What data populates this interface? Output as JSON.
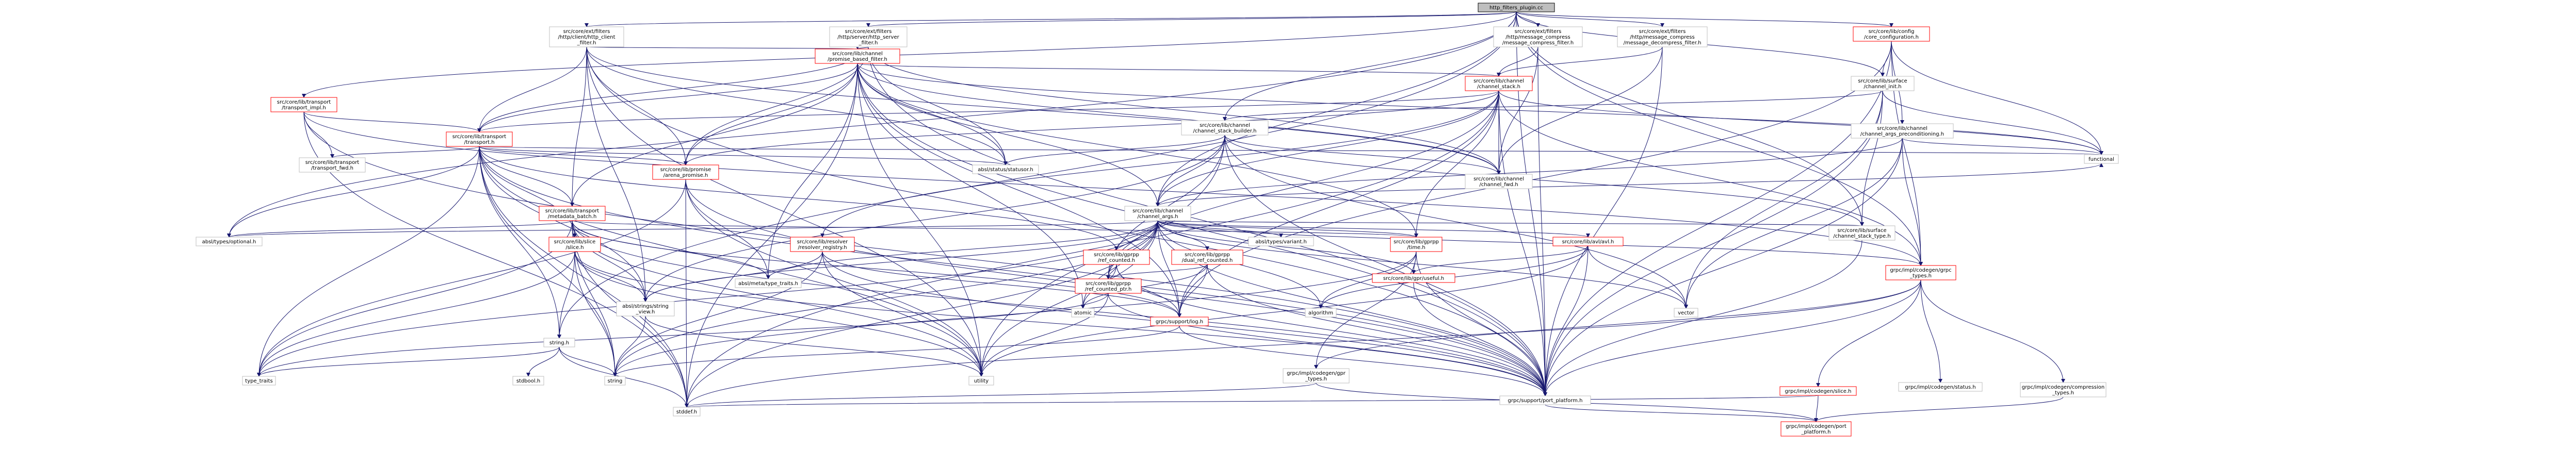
{
  "colors": {
    "edge": "#191970",
    "incomplete_border": "#ff0000",
    "normal_border": "#bfbfbf",
    "root_fill": "#bfbfbf"
  },
  "nodes": [
    {
      "id": "root",
      "lines": [
        "http_filters_plugin.cc"
      ],
      "kind": "root"
    },
    {
      "id": "client_filter",
      "lines": [
        "src/core/ext/filters",
        "/http/client/http_client",
        "_filter.h"
      ],
      "kind": "file"
    },
    {
      "id": "server_filter",
      "lines": [
        "src/core/ext/filters",
        "/http/server/http_server",
        "_filter.h"
      ],
      "kind": "file"
    },
    {
      "id": "compress_filter",
      "lines": [
        "src/core/ext/filters",
        "/http/message_compress",
        "/message_compress_filter.h"
      ],
      "kind": "file"
    },
    {
      "id": "decompress_filter",
      "lines": [
        "src/core/ext/filters",
        "/http/message_compress",
        "/message_decompress_filter.h"
      ],
      "kind": "file"
    },
    {
      "id": "core_config",
      "lines": [
        "src/core/lib/config",
        "/core_configuration.h"
      ],
      "kind": "incomplete"
    },
    {
      "id": "transport_impl",
      "lines": [
        "src/core/lib/transport",
        "/transport_impl.h"
      ],
      "kind": "incomplete"
    },
    {
      "id": "promise_filter",
      "lines": [
        "src/core/lib/channel",
        "/promise_based_filter.h"
      ],
      "kind": "incomplete"
    },
    {
      "id": "channel_stack",
      "lines": [
        "src/core/lib/channel",
        "/channel_stack.h"
      ],
      "kind": "incomplete"
    },
    {
      "id": "surface_channel_init",
      "lines": [
        "src/core/lib/surface",
        "/channel_init.h"
      ],
      "kind": "file"
    },
    {
      "id": "stack_builder",
      "lines": [
        "src/core/lib/channel",
        "/channel_stack_builder.h"
      ],
      "kind": "file"
    },
    {
      "id": "args_precond",
      "lines": [
        "src/core/lib/channel",
        "/channel_args_preconditioning.h"
      ],
      "kind": "file"
    },
    {
      "id": "transport",
      "lines": [
        "src/core/lib/transport",
        "/transport.h"
      ],
      "kind": "incomplete"
    },
    {
      "id": "transport_fwd",
      "lines": [
        "src/core/lib/transport",
        "/transport_fwd.h"
      ],
      "kind": "file"
    },
    {
      "id": "channel_args",
      "lines": [
        "src/core/lib/channel",
        "/channel_args.h"
      ],
      "kind": "file"
    },
    {
      "id": "channel_fwd",
      "lines": [
        "src/core/lib/channel",
        "/channel_fwd.h"
      ],
      "kind": "file"
    },
    {
      "id": "arena_promise",
      "lines": [
        "src/core/lib/promise",
        "/arena_promise.h"
      ],
      "kind": "incomplete"
    },
    {
      "id": "metadata_batch",
      "lines": [
        "src/core/lib/transport",
        "/metadata_batch.h"
      ],
      "kind": "incomplete"
    },
    {
      "id": "slice",
      "lines": [
        "src/core/lib/slice",
        "/slice.h"
      ],
      "kind": "incomplete"
    },
    {
      "id": "resolver_registry",
      "lines": [
        "src/core/lib/resolver",
        "/resolver_registry.h"
      ],
      "kind": "incomplete"
    },
    {
      "id": "ref_counted",
      "lines": [
        "src/core/lib/gprpp",
        "/ref_counted.h"
      ],
      "kind": "incomplete"
    },
    {
      "id": "dual_ref_counted",
      "lines": [
        "src/core/lib/gprpp",
        "/dual_ref_counted.h"
      ],
      "kind": "incomplete"
    },
    {
      "id": "ref_counted_ptr",
      "lines": [
        "src/core/lib/gprpp",
        "/ref_counted_ptr.h"
      ],
      "kind": "incomplete"
    },
    {
      "id": "gprpp_time",
      "lines": [
        "src/core/lib/gprpp",
        "/time.h"
      ],
      "kind": "incomplete"
    },
    {
      "id": "useful",
      "lines": [
        "src/core/lib/gpr/useful.h"
      ],
      "kind": "incomplete"
    },
    {
      "id": "avl",
      "lines": [
        "src/core/lib/avl/avl.h"
      ],
      "kind": "incomplete"
    },
    {
      "id": "stack_type",
      "lines": [
        "src/core/lib/surface",
        "/channel_stack_type.h"
      ],
      "kind": "file"
    },
    {
      "id": "grpc_types",
      "lines": [
        "grpc/impl/codegen/grpc",
        "_types.h"
      ],
      "kind": "incomplete"
    },
    {
      "id": "gpr_types",
      "lines": [
        "grpc/impl/codegen/gpr",
        "_types.h"
      ],
      "kind": "file"
    },
    {
      "id": "port_platform",
      "lines": [
        "grpc/support/port_platform.h"
      ],
      "kind": "file"
    },
    {
      "id": "codegen_port_platform",
      "lines": [
        "grpc/impl/codegen/port",
        "_platform.h"
      ],
      "kind": "incomplete"
    },
    {
      "id": "codegen_slice",
      "lines": [
        "grpc/impl/codegen/slice.h"
      ],
      "kind": "incomplete"
    },
    {
      "id": "codegen_status",
      "lines": [
        "grpc/impl/codegen/status.h"
      ],
      "kind": "file"
    },
    {
      "id": "codegen_compression",
      "lines": [
        "grpc/impl/codegen/compression",
        "_types.h"
      ],
      "kind": "file"
    },
    {
      "id": "support_log",
      "lines": [
        "grpc/support/log.h"
      ],
      "kind": "incomplete"
    },
    {
      "id": "status_or",
      "lines": [
        "absl/status/statusor.h"
      ],
      "kind": "sys"
    },
    {
      "id": "absl_optional",
      "lines": [
        "absl/types/optional.h"
      ],
      "kind": "sys"
    },
    {
      "id": "absl_variant",
      "lines": [
        "absl/types/variant.h"
      ],
      "kind": "sys"
    },
    {
      "id": "absl_meta",
      "lines": [
        "absl/meta/type_traits.h"
      ],
      "kind": "sys"
    },
    {
      "id": "string_view",
      "lines": [
        "absl/strings/string",
        "_view.h"
      ],
      "kind": "sys"
    },
    {
      "id": "string_h",
      "lines": [
        "string.h"
      ],
      "kind": "sys"
    },
    {
      "id": "string",
      "lines": [
        "string"
      ],
      "kind": "sys"
    },
    {
      "id": "type_traits",
      "lines": [
        "type_traits"
      ],
      "kind": "sys"
    },
    {
      "id": "stdbool",
      "lines": [
        "stdbool.h"
      ],
      "kind": "sys"
    },
    {
      "id": "stddef",
      "lines": [
        "stddef.h"
      ],
      "kind": "sys"
    },
    {
      "id": "utility",
      "lines": [
        "utility"
      ],
      "kind": "sys"
    },
    {
      "id": "atomic",
      "lines": [
        "atomic"
      ],
      "kind": "sys"
    },
    {
      "id": "algorithm",
      "lines": [
        "algorithm"
      ],
      "kind": "sys"
    },
    {
      "id": "vector",
      "lines": [
        "vector"
      ],
      "kind": "sys"
    },
    {
      "id": "functional",
      "lines": [
        "functional"
      ],
      "kind": "sys"
    }
  ]
}
